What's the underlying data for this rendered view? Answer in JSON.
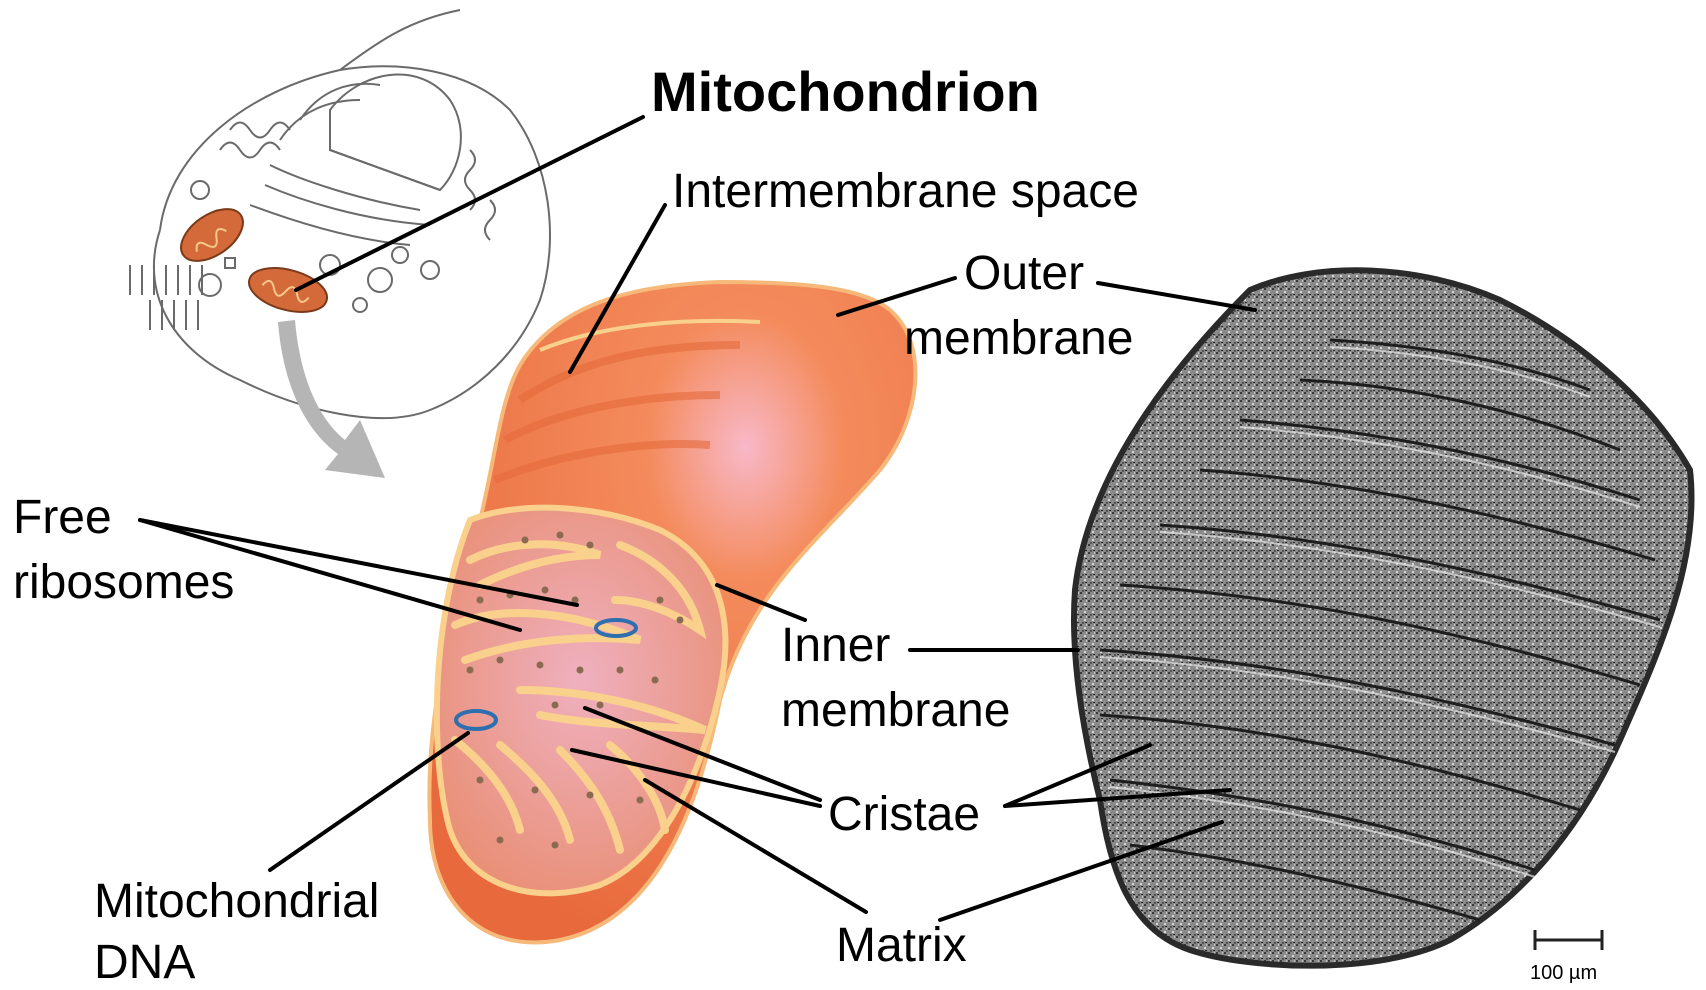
{
  "title": "Mitochondrion",
  "labels": {
    "intermembrane_space": "Intermembrane space",
    "outer_membrane_1": "Outer",
    "outer_membrane_2": "membrane",
    "free_ribosomes_1": "Free",
    "free_ribosomes_2": "ribosomes",
    "inner_membrane_1": "Inner",
    "inner_membrane_2": "membrane",
    "cristae": "Cristae",
    "mitochondrial_dna_1": "Mitochondrial",
    "mitochondrial_dna_2": "DNA",
    "matrix": "Matrix"
  },
  "scale_bar": {
    "label": "100 µm"
  },
  "colors": {
    "mito_outer": "#f07a4a",
    "mito_highlight": "#f6a27a",
    "membrane_edge": "#f9d08c",
    "inner_pink": "#e7a6b5",
    "dna": "#2f6fb0",
    "ribosome": "#8a6a50",
    "em_gray": "#7d7d7d",
    "arrow_gray": "#b5b5b5",
    "leader_lines": "#000000"
  },
  "icons": {
    "cell_sketch": "cell-outline-illustration",
    "zoom_arrow": "curved-arrow-icon",
    "em_micrograph": "electron-micrograph-image"
  }
}
